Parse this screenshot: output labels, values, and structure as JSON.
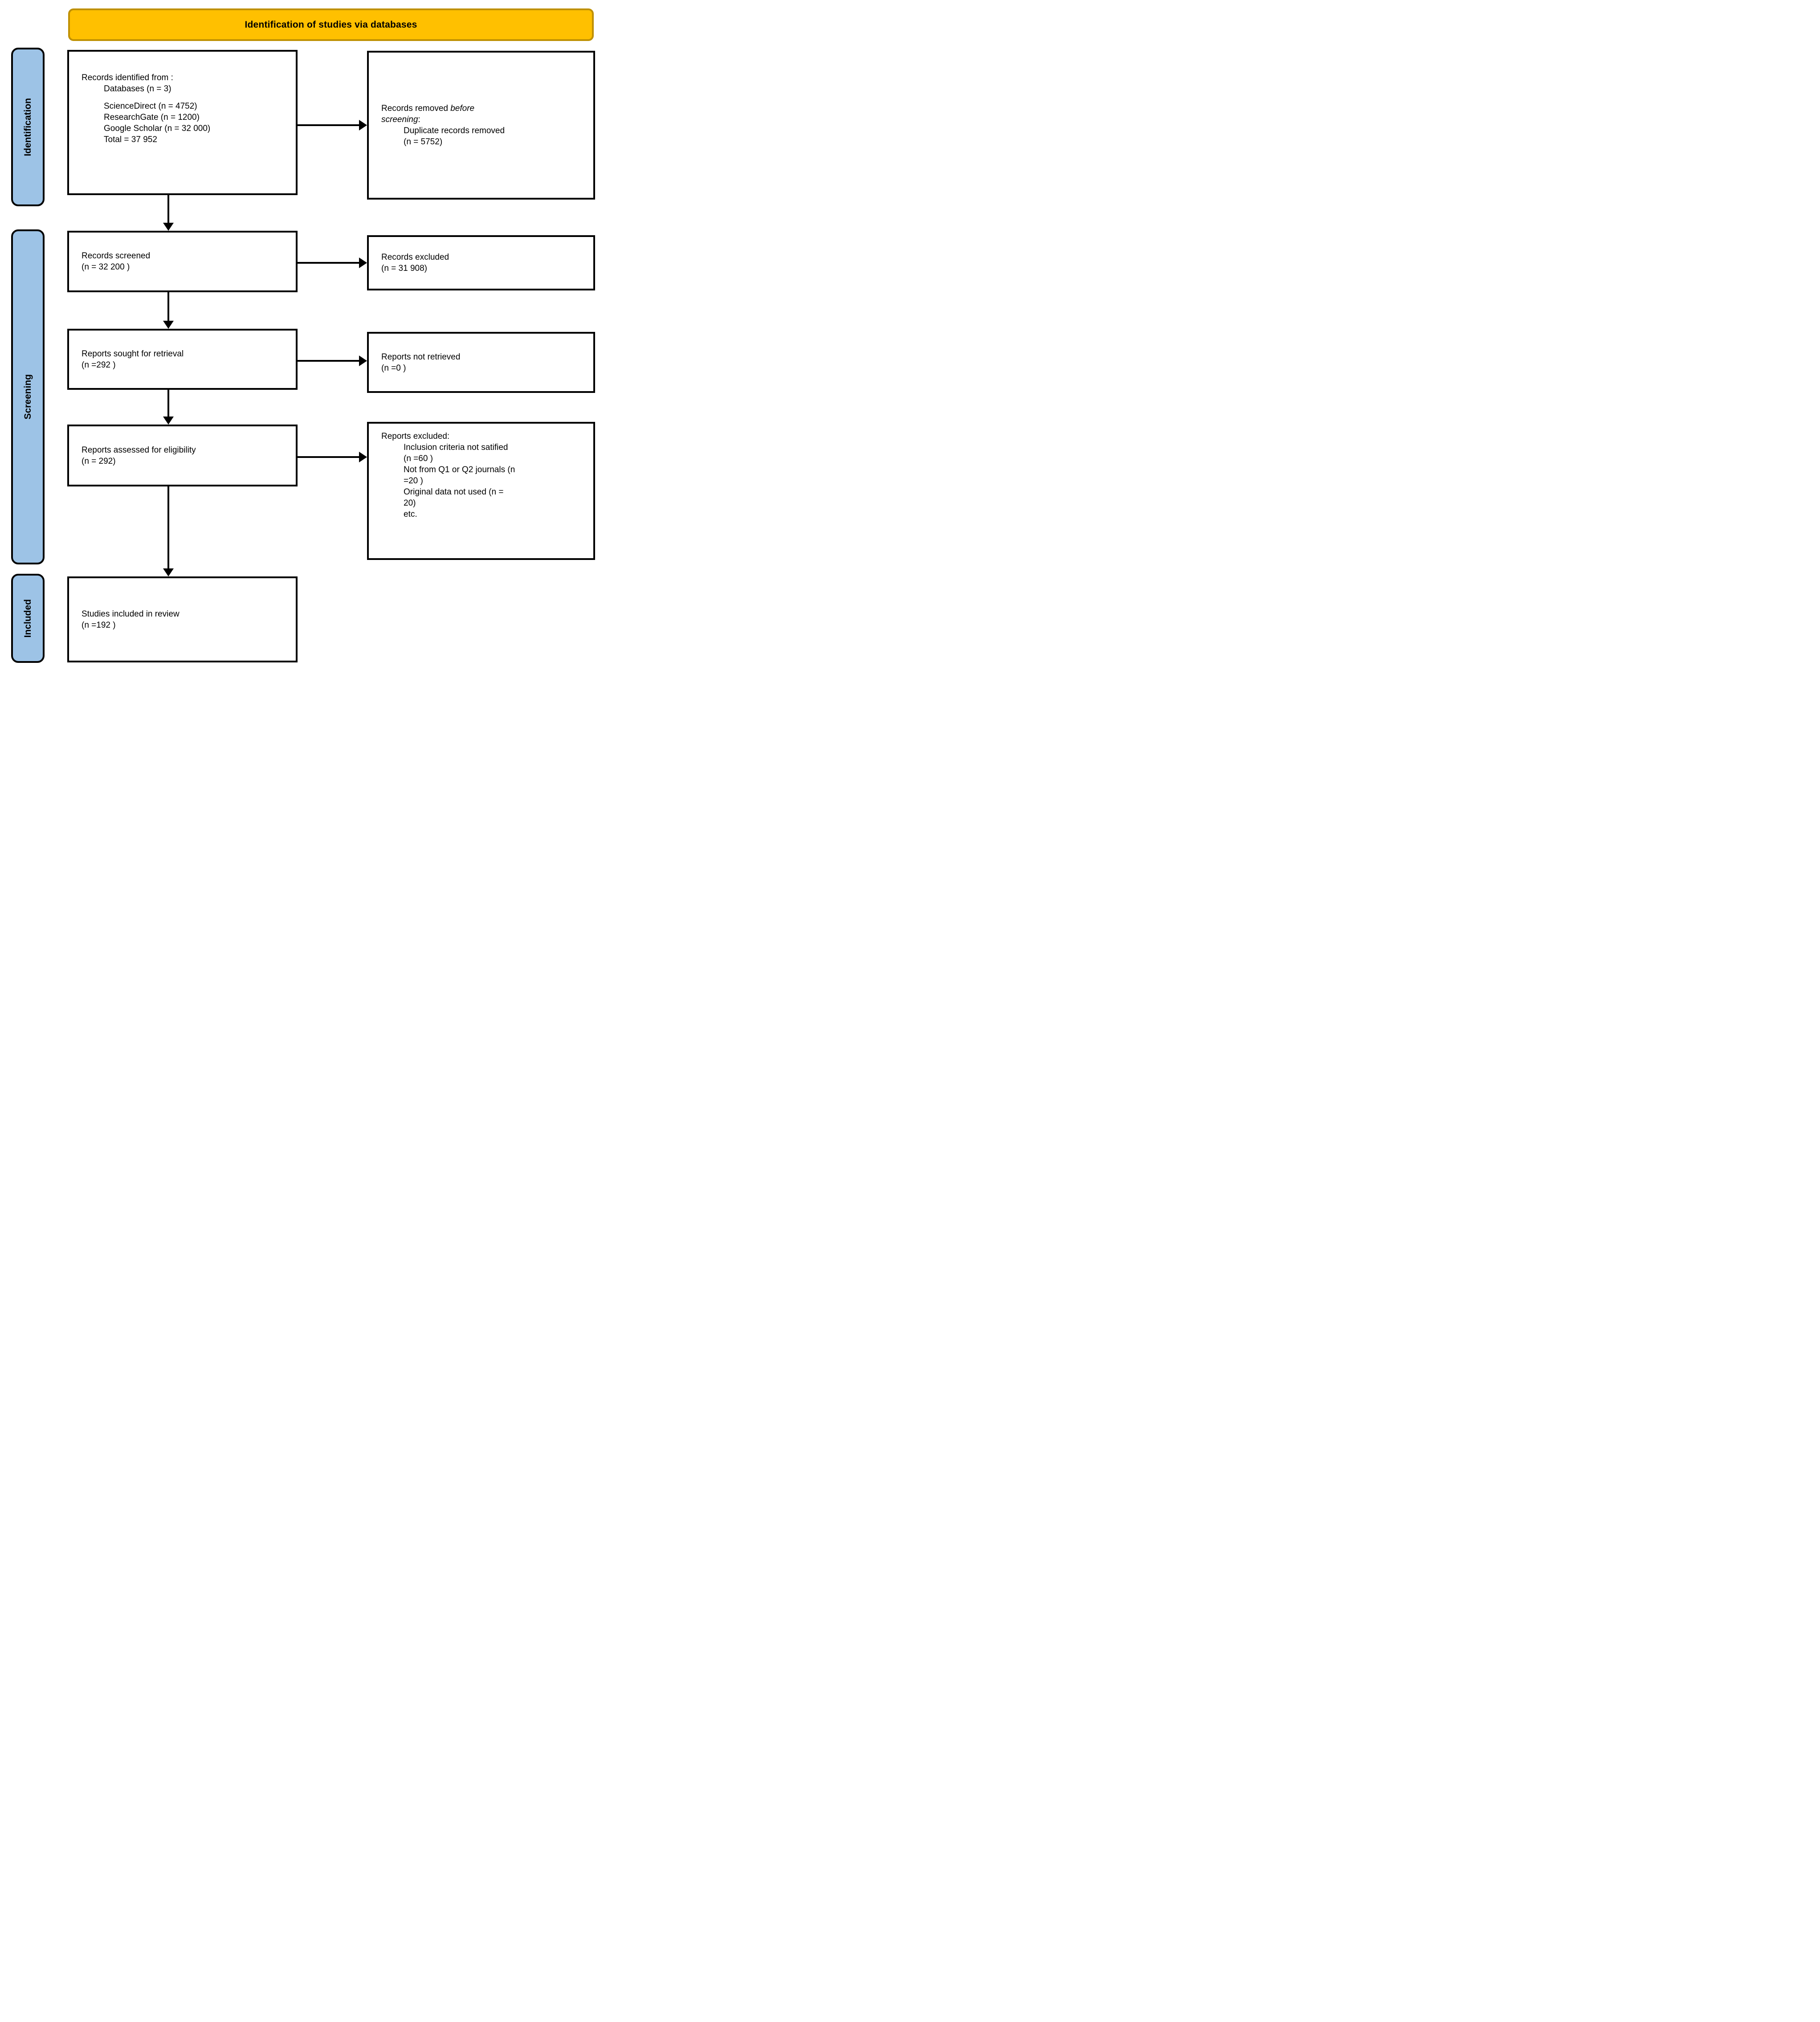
{
  "header": {
    "title": "Identification of studies via databases"
  },
  "stages": {
    "identification": "Identification",
    "screening": "Screening",
    "included": "Included"
  },
  "boxes": {
    "records_identified": {
      "lines": [
        "Records identified from :",
        "Databases (n = 3)",
        "ScienceDirect (n = 4752)",
        "ResearchGate (n = 1200)",
        "Google Scholar (n = 32 000)",
        "Total = 37 952"
      ]
    },
    "records_removed": {
      "line1_normal": "Records removed ",
      "line1_italic": "before",
      "line2_italic": "screening",
      "line2_normal": ":",
      "detail_line1": "Duplicate records removed",
      "detail_line2": "(n = 5752)"
    },
    "records_screened": {
      "line1": "Records screened",
      "line2": "(n = 32 200 )"
    },
    "records_excluded": {
      "line1": "Records excluded",
      "line2": "(n = 31 908)"
    },
    "reports_sought": {
      "line1": "Reports sought for retrieval",
      "line2": "(n =292 )"
    },
    "reports_not_retrieved": {
      "line1": "Reports not retrieved",
      "line2": "(n =0 )"
    },
    "reports_assessed": {
      "line1": "Reports assessed for eligibility",
      "line2": "(n = 292)"
    },
    "reports_excluded": {
      "title": "Reports excluded:",
      "lines": [
        "Inclusion criteria not satified",
        "(n =60 )",
        "Not from Q1 or Q2 journals (n",
        "=20 )",
        "Original data not used (n =",
        "20)",
        "etc."
      ]
    },
    "studies_included": {
      "line1": "Studies included in review",
      "line2": "(n =192 )"
    }
  },
  "colors": {
    "banner_fill": "#FFC000",
    "banner_border": "#BF9000",
    "stage_fill": "#9DC3E6",
    "line_color": "#000000"
  }
}
